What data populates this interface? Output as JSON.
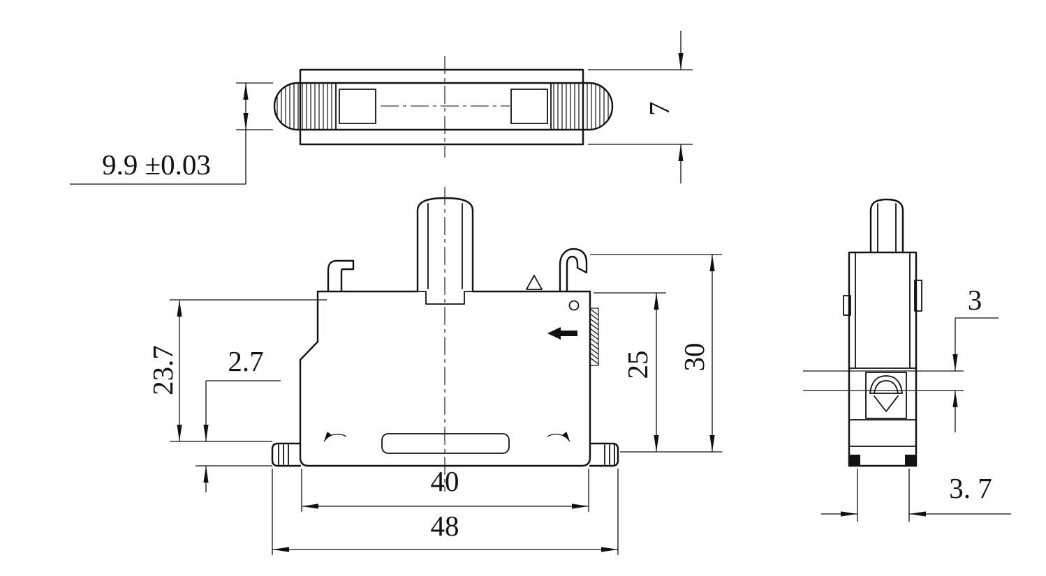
{
  "dimensions": {
    "top_view": {
      "width": "9.9 ±0.03",
      "height": "7"
    },
    "front_view": {
      "body_height": "23.7",
      "foot_height": "2.7",
      "inner_height": "25",
      "overall_height": "30",
      "inner_width": "40",
      "overall_width": "48"
    },
    "side_view": {
      "clamp_opening": "3",
      "foot_width": "3. 7"
    }
  },
  "colors": {
    "line": "#111111",
    "background": "#ffffff"
  }
}
